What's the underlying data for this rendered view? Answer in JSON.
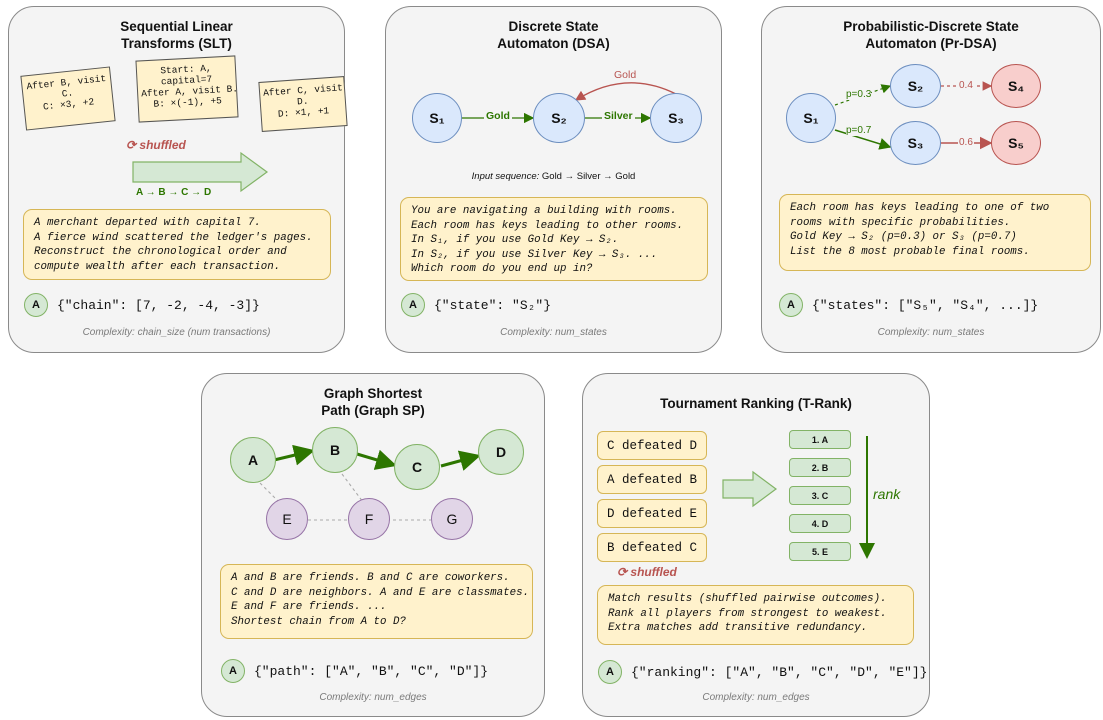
{
  "colors": {
    "accent_green": "#2d7600",
    "accent_red": "#b85450",
    "note_fill": "#fff2cc",
    "blue_node": "#dae8fc",
    "red_node": "#f8cecc",
    "green_node": "#d5e8d4",
    "purple_node": "#e1d5e7"
  },
  "slt": {
    "title_1": "Sequential Linear",
    "title_2": "Transforms (SLT)",
    "papers": [
      {
        "lines": [
          "After B, visit",
          "C.",
          "C: ×3, +2"
        ]
      },
      {
        "lines": [
          "Start: A,",
          "capital=7",
          "After A, visit B.",
          "B: ×(-1), +5"
        ]
      },
      {
        "lines": [
          "After C, visit",
          "D.",
          "D: ×1, +1"
        ]
      }
    ],
    "shuffled": "⟳ shuffled",
    "chain": "A → B → C → D",
    "prompt": [
      "A merchant departed with capital 7.",
      "A fierce wind scattered the ledger's pages.",
      "Reconstruct the chronological order and",
      "compute wealth after each transaction."
    ],
    "badge": "A",
    "answer": "{\"chain\": [7, -2, -4, -3]}",
    "complexity": "Complexity: chain_size (num transactions)"
  },
  "dsa": {
    "title_1": "Discrete State",
    "title_2": "Automaton (DSA)",
    "nodes": [
      "S₁",
      "S₂",
      "S₃"
    ],
    "edge_gold": "Gold",
    "edge_silver": "Silver",
    "edge_back": "Gold",
    "input_label": "Input sequence:",
    "input_seq": "Gold → Silver → Gold",
    "prompt": [
      "You are navigating a building with rooms.",
      "Each room has keys leading to other rooms.",
      "In S₁, if you use Gold Key → S₂.",
      "In S₂, if you use Silver Key → S₃. ...",
      "Which room do you end up in?"
    ],
    "badge": "A",
    "answer": "{\"state\": \"S₂\"}",
    "complexity": "Complexity: num_states"
  },
  "prdsa": {
    "title_1": "Probabilistic-Discrete State",
    "title_2": "Automaton (Pr-DSA)",
    "nodes": [
      "S₁",
      "S₂",
      "S₃",
      "S₄",
      "S₅"
    ],
    "p1": "p=0.3",
    "p2": "p=0.7",
    "p3": "0.4",
    "p4": "0.6",
    "prompt": [
      "Each room has keys leading to one of two",
      "rooms with specific probabilities.",
      "Gold Key → S₂ (p=0.3) or S₃ (p=0.7)",
      "List the 8 most probable final rooms."
    ],
    "badge": "A",
    "answer": "{\"states\": [\"S₅\", \"S₄\", ...]}",
    "complexity": "Complexity: num_states"
  },
  "gsp": {
    "title_1": "Graph Shortest",
    "title_2": "Path (Graph SP)",
    "path_nodes": [
      "A",
      "B",
      "C",
      "D"
    ],
    "other_nodes": [
      "E",
      "F",
      "G"
    ],
    "prompt": [
      "A and B are friends. B and C are coworkers.",
      "C and D are neighbors. A and E are classmates.",
      "E and F are friends. ...",
      "Shortest chain from A to D?"
    ],
    "badge": "A",
    "answer": "{\"path\": [\"A\", \"B\", \"C\", \"D\"]}",
    "complexity": "Complexity: num_edges"
  },
  "trank": {
    "title": "Tournament Ranking (T-Rank)",
    "outcomes": [
      "C defeated D",
      "A defeated B",
      "D defeated E",
      "B defeated C"
    ],
    "ranks": [
      "1. A",
      "2. B",
      "3. C",
      "4. D",
      "5. E"
    ],
    "rank_label": "rank",
    "shuffled": "⟳ shuffled",
    "prompt": [
      "Match results (shuffled pairwise outcomes).",
      "Rank all players from strongest to weakest.",
      "Extra matches add transitive redundancy."
    ],
    "badge": "A",
    "answer": "{\"ranking\": [\"A\", \"B\", \"C\", \"D\", \"E\"]}",
    "complexity": "Complexity: num_edges"
  }
}
